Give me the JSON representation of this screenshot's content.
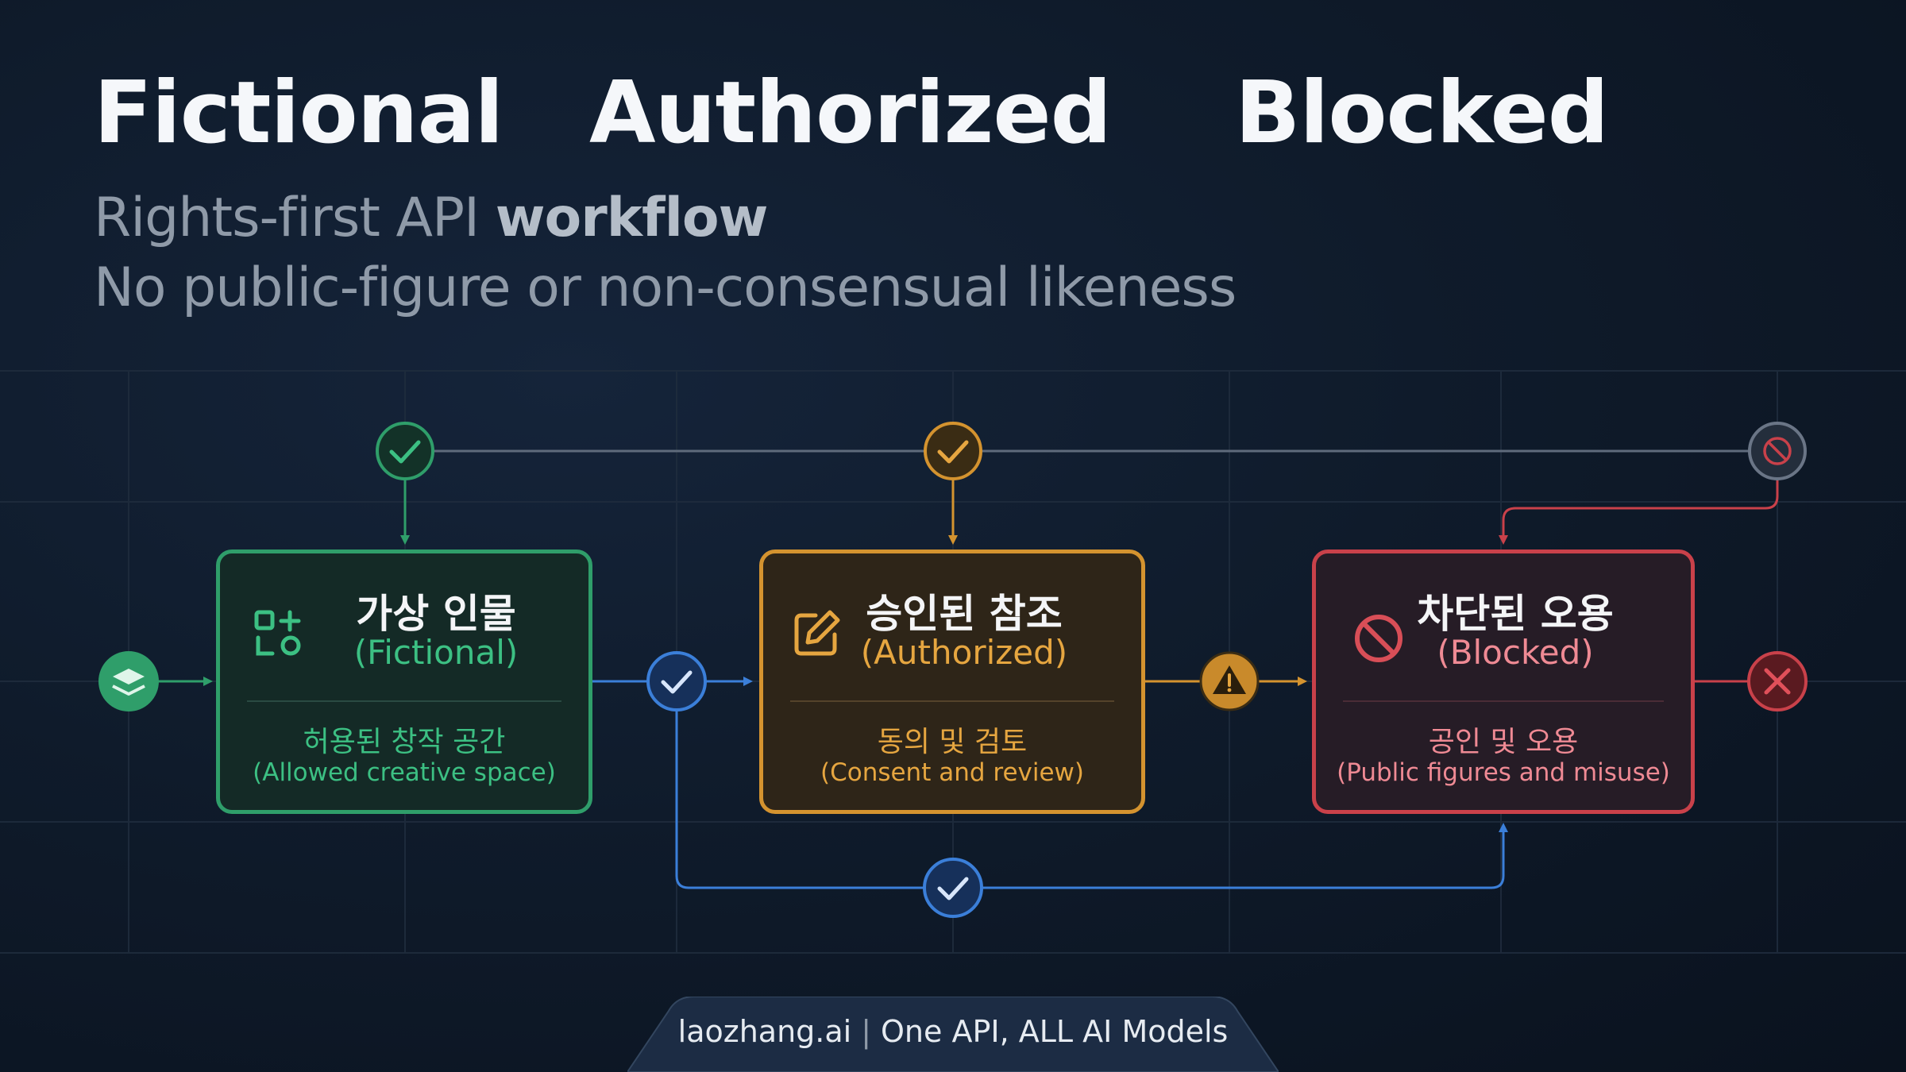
{
  "header": {
    "titles": [
      "Fictional",
      "Authorized",
      "Blocked"
    ],
    "subtitle_line1_regular": "Rights-first API ",
    "subtitle_line1_bold": "workflow",
    "subtitle_line2": "No public-figure or non-consensual likeness"
  },
  "cards": [
    {
      "title_ko": "가상 인물",
      "title_en": "(Fictional)",
      "desc_ko": "허용된 창작 공간",
      "desc_en": "(Allowed creative space)",
      "icon": "shapes-icon",
      "color": "#2f9e6a"
    },
    {
      "title_ko": "승인된 참조",
      "title_en": "(Authorized)",
      "desc_ko": "동의 및 검토",
      "desc_en": "(Consent and review)",
      "icon": "edit-icon",
      "color": "#d4932f"
    },
    {
      "title_ko": "차단된 오용",
      "title_en": "(Blocked)",
      "desc_ko": "공인 및 오용",
      "desc_en": "(Public figures and misuse)",
      "icon": "prohibited-icon",
      "color": "#c9414a"
    }
  ],
  "footer": {
    "brand": "laozhang.ai",
    "separator": "|",
    "tagline": "One API, ALL AI Models"
  },
  "colors": {
    "green": "#2f9e6a",
    "gold": "#d4932f",
    "red": "#c9414a",
    "blue": "#3b7fd9",
    "grey": "#5f6b7c"
  }
}
